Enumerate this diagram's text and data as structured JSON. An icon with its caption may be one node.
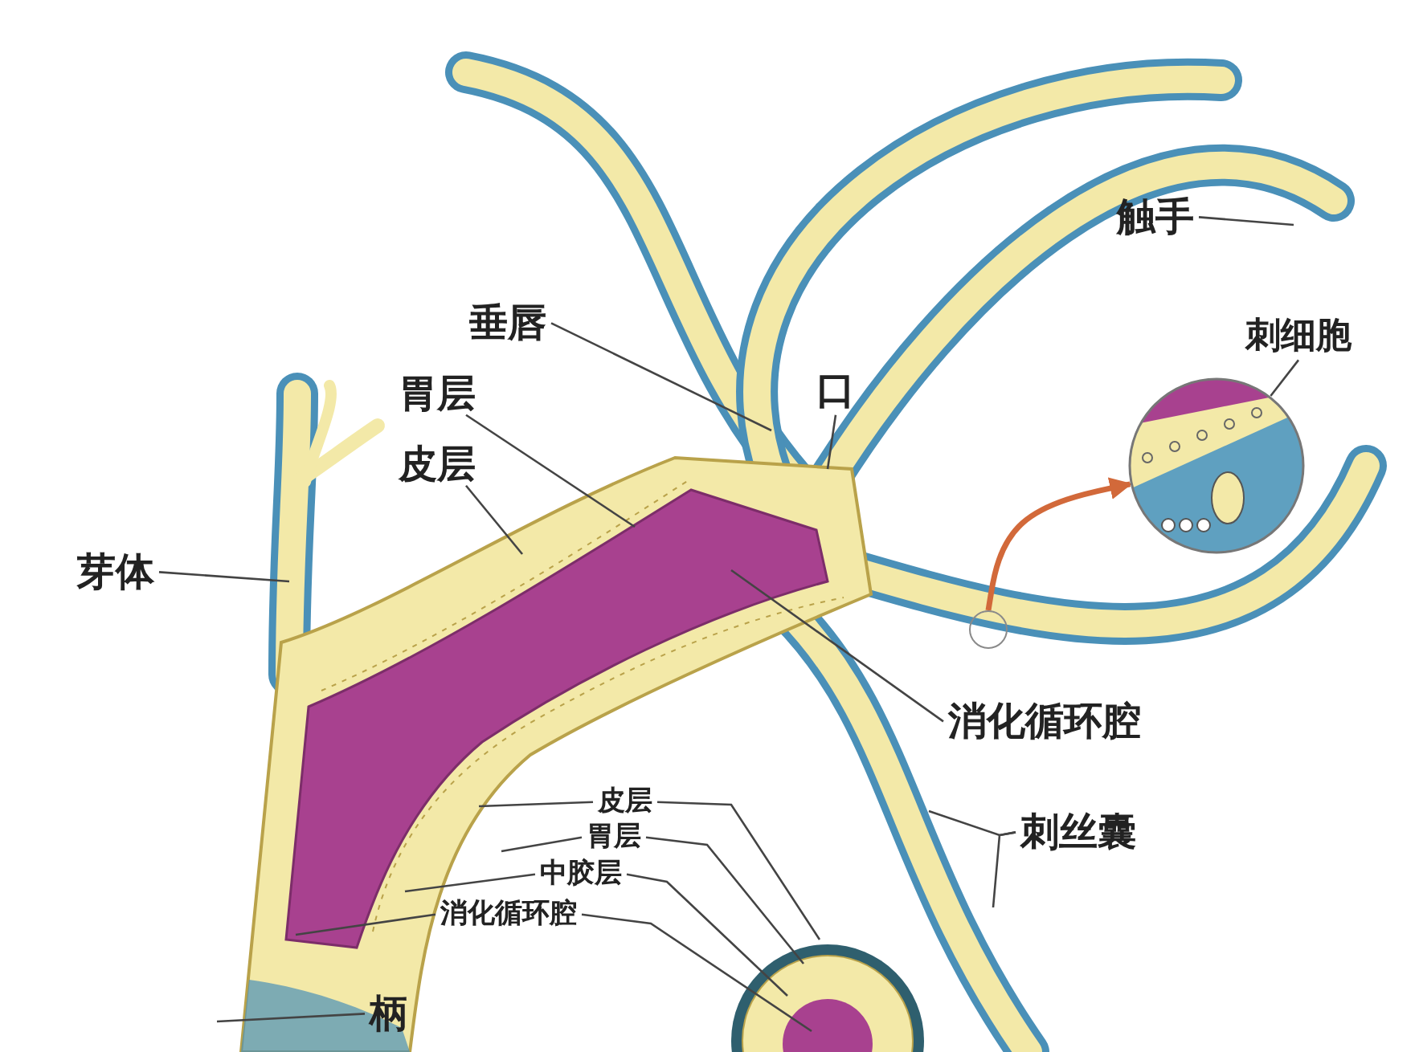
{
  "diagram": {
    "nodes": [
      {
        "text": [
          "触手"
        ]
      },
      {
        "text": [
          "垂唇"
        ]
      },
      {
        "text": [
          "口"
        ]
      },
      {
        "text": [
          "刺细胞"
        ]
      },
      {
        "text": [
          "胃层"
        ]
      },
      {
        "text": [
          "皮层"
        ]
      },
      {
        "text": [
          "芽体"
        ]
      },
      {
        "text": [
          "消化循环腔"
        ]
      },
      {
        "text": [
          "刺丝囊"
        ]
      },
      {
        "text": [
          "皮层"
        ]
      },
      {
        "text": [
          "胃层"
        ]
      },
      {
        "text": [
          "中胶层"
        ]
      },
      {
        "text": [
          "消化循环腔"
        ]
      },
      {
        "text": [
          "柄"
        ]
      },
      {
        "text": [],
        "shape": "circle"
      },
      {
        "text": [],
        "shape": "picture"
      }
    ],
    "edges": [
      {
        "from": 0,
        "to": null,
        "arrow": "none"
      },
      {
        "from": 1,
        "to": null,
        "arrow": "none"
      },
      {
        "from": 2,
        "to": null,
        "arrow": "none"
      },
      {
        "from": 3,
        "to": 15,
        "arrow": "none"
      },
      {
        "from": 4,
        "to": null,
        "arrow": "none"
      },
      {
        "from": 5,
        "to": null,
        "arrow": "none"
      },
      {
        "from": 6,
        "to": null,
        "arrow": "none"
      },
      {
        "from": 7,
        "to": null,
        "arrow": "none"
      },
      {
        "from": 8,
        "to": null,
        "arrow": "none"
      },
      {
        "from": 8,
        "to": null,
        "arrow": "none"
      },
      {
        "from": 9,
        "to": null,
        "arrow": "none"
      },
      {
        "from": 9,
        "to": null,
        "arrow": "none"
      },
      {
        "from": 10,
        "to": null,
        "arrow": "none"
      },
      {
        "from": 10,
        "to": null,
        "arrow": "none"
      },
      {
        "from": 11,
        "to": null,
        "arrow": "none"
      },
      {
        "from": 11,
        "to": null,
        "arrow": "none"
      },
      {
        "from": 12,
        "to": null,
        "arrow": "none"
      },
      {
        "from": 12,
        "to": null,
        "arrow": "none"
      },
      {
        "from": 13,
        "to": null,
        "arrow": "none"
      },
      {
        "from": 14,
        "to": 15,
        "arrow": "to",
        "style": "thick",
        "color": "#d2693a"
      }
    ]
  }
}
